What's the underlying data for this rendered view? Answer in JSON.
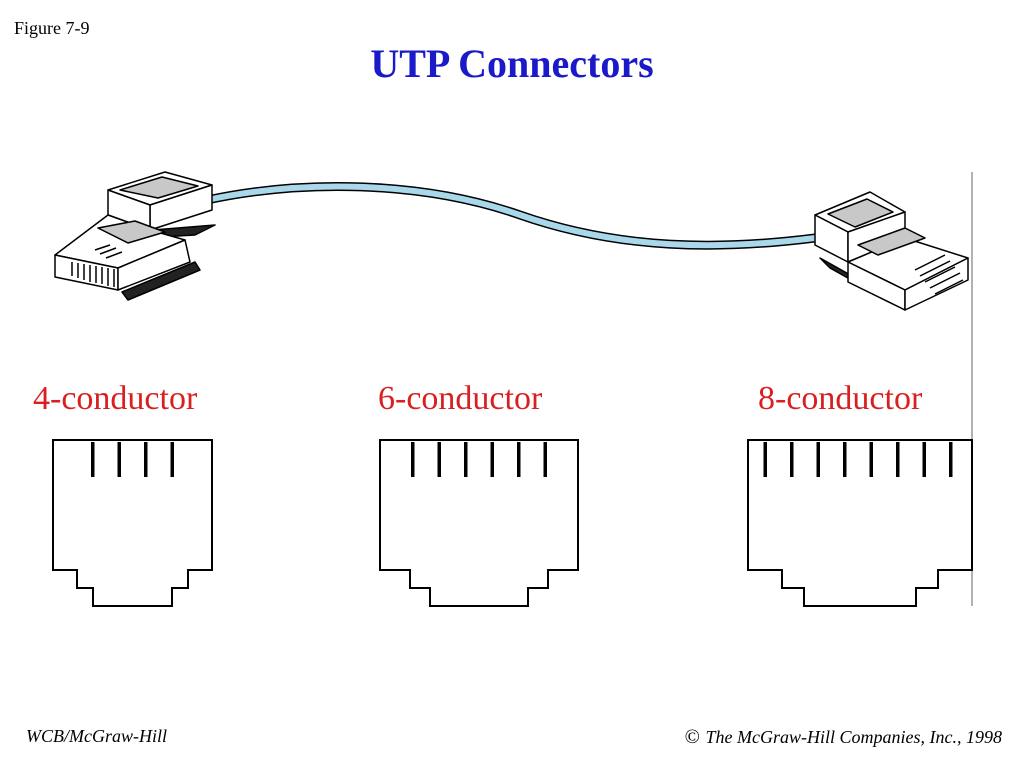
{
  "figure_label": "Figure 7-9",
  "title": "UTP Connectors",
  "jacks": [
    {
      "label": "4-conductor",
      "pins": 4
    },
    {
      "label": "6-conductor",
      "pins": 6
    },
    {
      "label": "8-conductor",
      "pins": 8
    }
  ],
  "footer": {
    "left": "WCB/McGraw-Hill",
    "copyright_symbol": "©",
    "right": "The McGraw-Hill Companies, Inc., 1998"
  },
  "colors": {
    "title": "#1a1ac8",
    "labels": "#d91f1f",
    "cable": "#a8d8ea"
  }
}
